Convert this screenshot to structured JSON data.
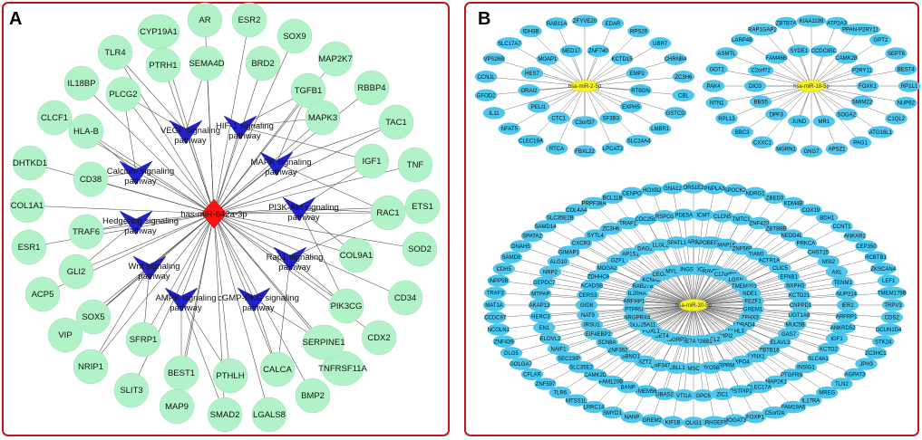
{
  "panels": {
    "a": {
      "letter": "A",
      "hub": "has-miR-642a-3p",
      "genes": [
        "AR",
        "ESR2",
        "SOX9",
        "MAP2K7",
        "RBBP4",
        "TAC1",
        "TNF",
        "ETS1",
        "SOD2",
        "CD34",
        "CDX2",
        "TNFRSF11A",
        "BMP2",
        "LGALS8",
        "SMAD2",
        "MAP9",
        "SLIT3",
        "NRIP1",
        "VIP",
        "ACP5",
        "ESR1",
        "COL1A1",
        "DHTKD1",
        "CLCF1",
        "IL18BP",
        "TLR4",
        "CYP19A1",
        "SEMA4D",
        "BRD2",
        "TGFB1",
        "MAPK3",
        "IGF1",
        "RAC1",
        "COL9A1",
        "PIK3CG",
        "SERPINE1",
        "CALCA",
        "PTHLH",
        "BEST1",
        "SFRP1",
        "SOX5",
        "GLI2",
        "TRAF6",
        "CD38",
        "HLA-B",
        "PLCG2",
        "PTRH1"
      ],
      "pathways": [
        "VEGF signaling pathway",
        "HIF-1 signaling pathway",
        "MAPK signaling pathway",
        "Calcium signaling pathway",
        "PI3K-Akt signaling pathway",
        "Hedgehog signaling pathway",
        "Rap1 signaling pathway",
        "Wnt signaling pathway",
        "cGMP-PKG signaling pathway",
        "AMPK signaling pathway"
      ]
    },
    "b": {
      "letter": "B",
      "net1": {
        "hub": "hsa-miR-2-5p",
        "genes": [
          "ZFYVE20",
          "EDAR",
          "RPS29",
          "UBR7",
          "CHRNB4",
          "ZC3H6",
          "CBL",
          "GSTCD",
          "LMBR1",
          "SLC24A4",
          "LPCAT2",
          "FBXL22",
          "RTCA",
          "CLEC19A",
          "NFAT5",
          "IL11",
          "GFOD2",
          "CCNJL",
          "VPS26B",
          "SLC17A7",
          "IDH3B",
          "RAB11A",
          "ZNF740",
          "KCTD15",
          "EMP2",
          "RTBDN",
          "EXPH5",
          "SF3B3",
          "C3orf37",
          "CTC1",
          "PELI1",
          "ORAI2",
          "HES7",
          "MOAP1",
          "MED17"
        ]
      },
      "net2": {
        "hub": "hsa-miR-18-5p",
        "genes": [
          "KIAA1199",
          "ATP2A3",
          "PPAN-P2RY11",
          "GPT2",
          "SEPT6",
          "BEST4",
          "RP1L1",
          "NUP62",
          "C1QL2",
          "ATG16L1",
          "PAG1",
          "APSZ1",
          "GNG7",
          "MGRN1",
          "CXXC1",
          "BBC3",
          "RPL13",
          "NTN1",
          "PAK4",
          "GOT2",
          "ASMTL",
          "LARP4B",
          "RAP1GAP2",
          "ZBTB7A",
          "CCDC85C",
          "CAMK2B",
          "P2RY11",
          "FOXK1",
          "SMIM22",
          "SOGA2",
          "MR1",
          "JUND",
          "DPF3",
          "BBS5",
          "DIO3",
          "C2orf72",
          "FAM46B",
          "SYDE1"
        ]
      },
      "net3": {
        "hub": "hsa-miR-30-5p",
        "genes": [
          "OR51E2",
          "PNPLA3",
          "SPOCK2",
          "NDRG1",
          "ZBED3",
          "KDM4B",
          "COX19",
          "BDH1",
          "CCNT1",
          "ANKAR2",
          "CEP350",
          "RCBTB1",
          "ZKSCAN4",
          "LEF1",
          "TMEM179B",
          "TRPV3",
          "CDS2",
          "DCUN1D4",
          "STK24",
          "ZC3HC1",
          "JPH3",
          "AGPAT3",
          "TLN2",
          "MREG",
          "IL17RA",
          "FAM19A5",
          "C5orf24",
          "FOXP1",
          "MOGAT3",
          "ARHGEF5",
          "OLIG1",
          "KIF1B",
          "GREM2",
          "NANP",
          "SMYD1",
          "LRRC14",
          "MTSS1L",
          "TLR6",
          "ZNF597",
          "CFLAR",
          "GOLGA7",
          "DLG5",
          "ZNF439",
          "NCOLN1",
          "CCDC97",
          "MAT1A",
          "TRAF3",
          "INPP5B",
          "CDH5",
          "SAMD8",
          "DNAH5",
          "SPATA2",
          "SAMD14",
          "SLC35E2B",
          "COL4A4",
          "PRPF38A",
          "BCL11B",
          "CENPO",
          "HOXB2",
          "GNA12",
          "ICMT",
          "CLCN5",
          "TMTC1",
          "ZNF423",
          "ZBTB8B",
          "NEDD4L",
          "PRKCA",
          "CHST15",
          "MSI2",
          "AXL",
          "TENM1",
          "NUP214",
          "IER2",
          "ARFRP1",
          "ANKRD52",
          "IGF1",
          "KCTD2",
          "SLC4A1",
          "INSIG1",
          "PTGFRN",
          "MAP2K1",
          "CLEC17A",
          "PSTPIP2",
          "ZIC1",
          "GPC6",
          "VTI1A",
          "UBAS2",
          "TMEM56",
          "BANP",
          "FAM120B",
          "CAMK2D",
          "SLC35E2",
          "SEC23IP",
          "NAIF1",
          "ELOVL2",
          "EN1",
          "HERC3",
          "AKAP13",
          "MTPAP",
          "DEPDC7",
          "NRP2",
          "ALG10",
          "GIMAP1",
          "CXCR3",
          "SYTL4",
          "ZC3H6",
          "TRAF1",
          "CDC25B",
          "RSPO3",
          "PDE5A",
          "LARGE",
          "APOBEC3C",
          "MAP1B",
          "ZNF568",
          "TIAM1",
          "ACTR1A",
          "CLIC5",
          "EFNB1",
          "NXPH3",
          "KCTD21",
          "CNPPD1",
          "UGT1A8",
          "MUC5B",
          "GAS7",
          "ELAVL3",
          "ZBTB18",
          "LYNX1",
          "XPO4",
          "RPRM",
          "MYO5B",
          "MSC",
          "CBLL1",
          "ZNF347",
          "SZT2",
          "SBNO1",
          "ZNF362",
          "SCN8A",
          "EIF4EBP2",
          "IRSU1",
          "NAT9",
          "GID8",
          "CERS3",
          "ACADSB",
          "ZDHHC8",
          "MOGA2",
          "GZF1",
          "AP1S1",
          "DAG1",
          "LLGL2",
          "SPATL1",
          "CCDC85C",
          "RAVER1",
          "C17orf98",
          "LGSN",
          "TMEM201",
          "NDE1",
          "FEZF1",
          "GREM1",
          "ZFHX3",
          "LDRAD4",
          "KLHL3",
          "WIPI2",
          "HELZ",
          "CYP26B1",
          "POE7A",
          "RASGRP2",
          "GET4",
          "FOXL1",
          "SLC25A11",
          "NRGPRX4",
          "PTPRU",
          "ARFRP1",
          "IL20RA",
          "RAB27B",
          "KCNA2",
          "CEOR5",
          "MYLIP",
          "INGS",
          "ATRIP",
          "PRKD3",
          "KANK2",
          "NPS6KL1",
          "MED26"
        ]
      }
    }
  }
}
